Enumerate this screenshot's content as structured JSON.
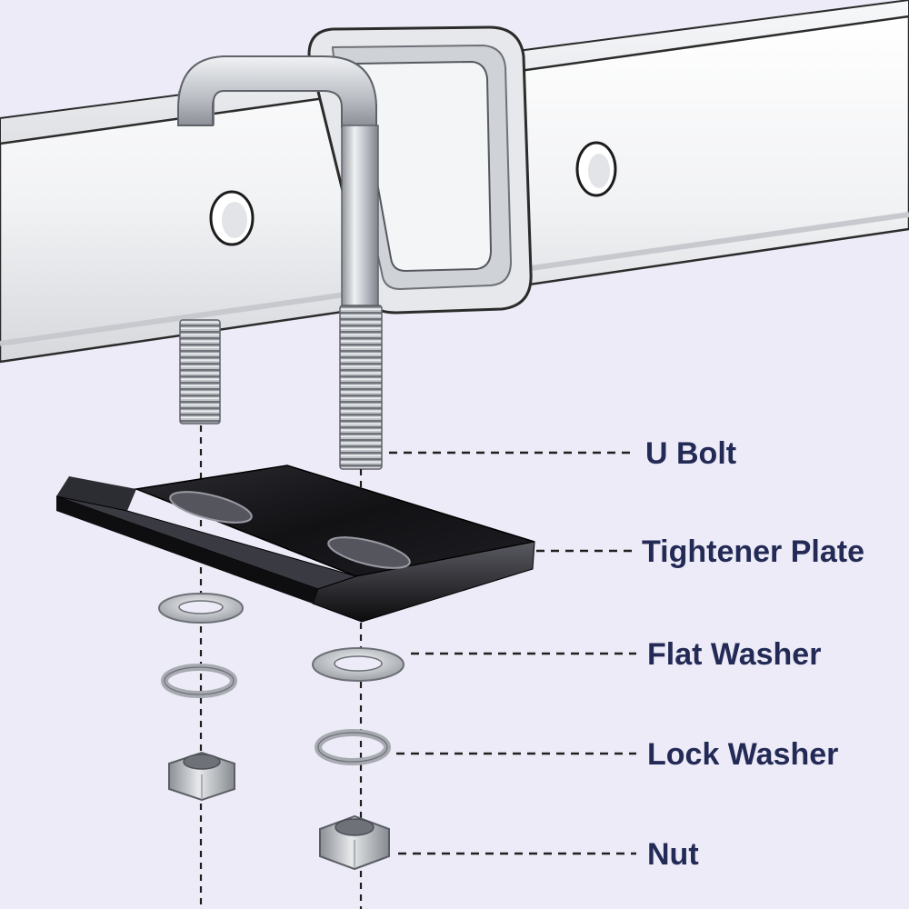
{
  "labels": {
    "u_bolt": "U Bolt",
    "tightener_plate": "Tightener Plate",
    "flat_washer": "Flat Washer",
    "lock_washer": "Lock Washer",
    "nut": "Nut"
  },
  "colors": {
    "background": "#ecebf7",
    "label_text": "#232a55",
    "steel": "#c9ccd1",
    "plate": "#111114",
    "tube": "#f4f5f7"
  }
}
